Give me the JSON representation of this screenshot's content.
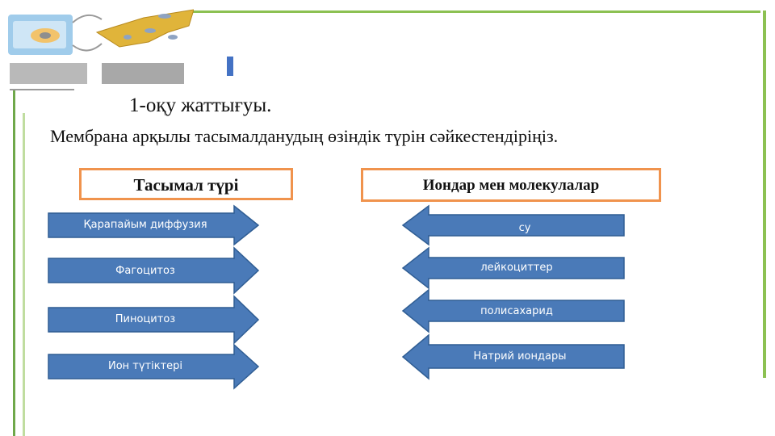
{
  "exercise_title": "1-оқу жаттығуы.",
  "instruction": "Мембрана арқылы тасымалданудың өзіндік түрін сәйкестендіріңіз.",
  "headers": {
    "left": "Тасымал түрі",
    "right": "Иондар мен молекулалар"
  },
  "transport_types": [
    "Қарапайым диффузия",
    "Фагоцитоз",
    "Пиноцитоз",
    "Ион түтіктері"
  ],
  "molecules": [
    "су",
    "лейкоциттер",
    "полисахарид",
    "Натрий иондары"
  ],
  "colors": {
    "arrow_fill": "#4a7ab8",
    "arrow_stroke": "#2f5d93",
    "header_border": "#f0934d",
    "accent_green": "#8cc152"
  }
}
